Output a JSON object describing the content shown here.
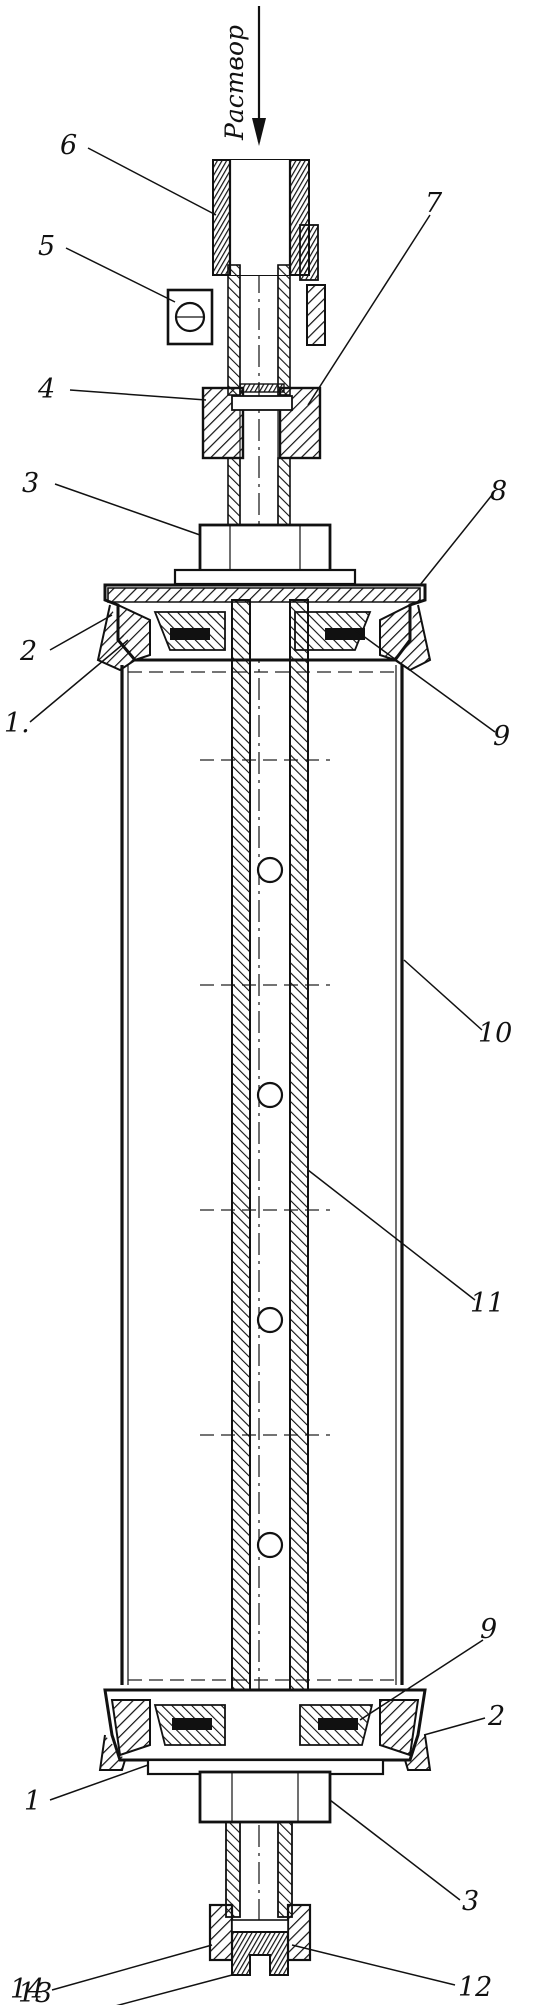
{
  "flow_label": "Раствор",
  "labels": {
    "l1_top": "1.",
    "l1_bottom": "1",
    "l2_top": "2",
    "l2_bottom": "2",
    "l3_top": "3",
    "l3_bottom": "3",
    "l4": "4",
    "l5": "5",
    "l6": "6",
    "l7": "7",
    "l8": "8",
    "l9_top": "9",
    "l9_bottom": "9",
    "l10": "10",
    "l11": "11",
    "l12": "12",
    "l13": "13",
    "l14": "14"
  }
}
